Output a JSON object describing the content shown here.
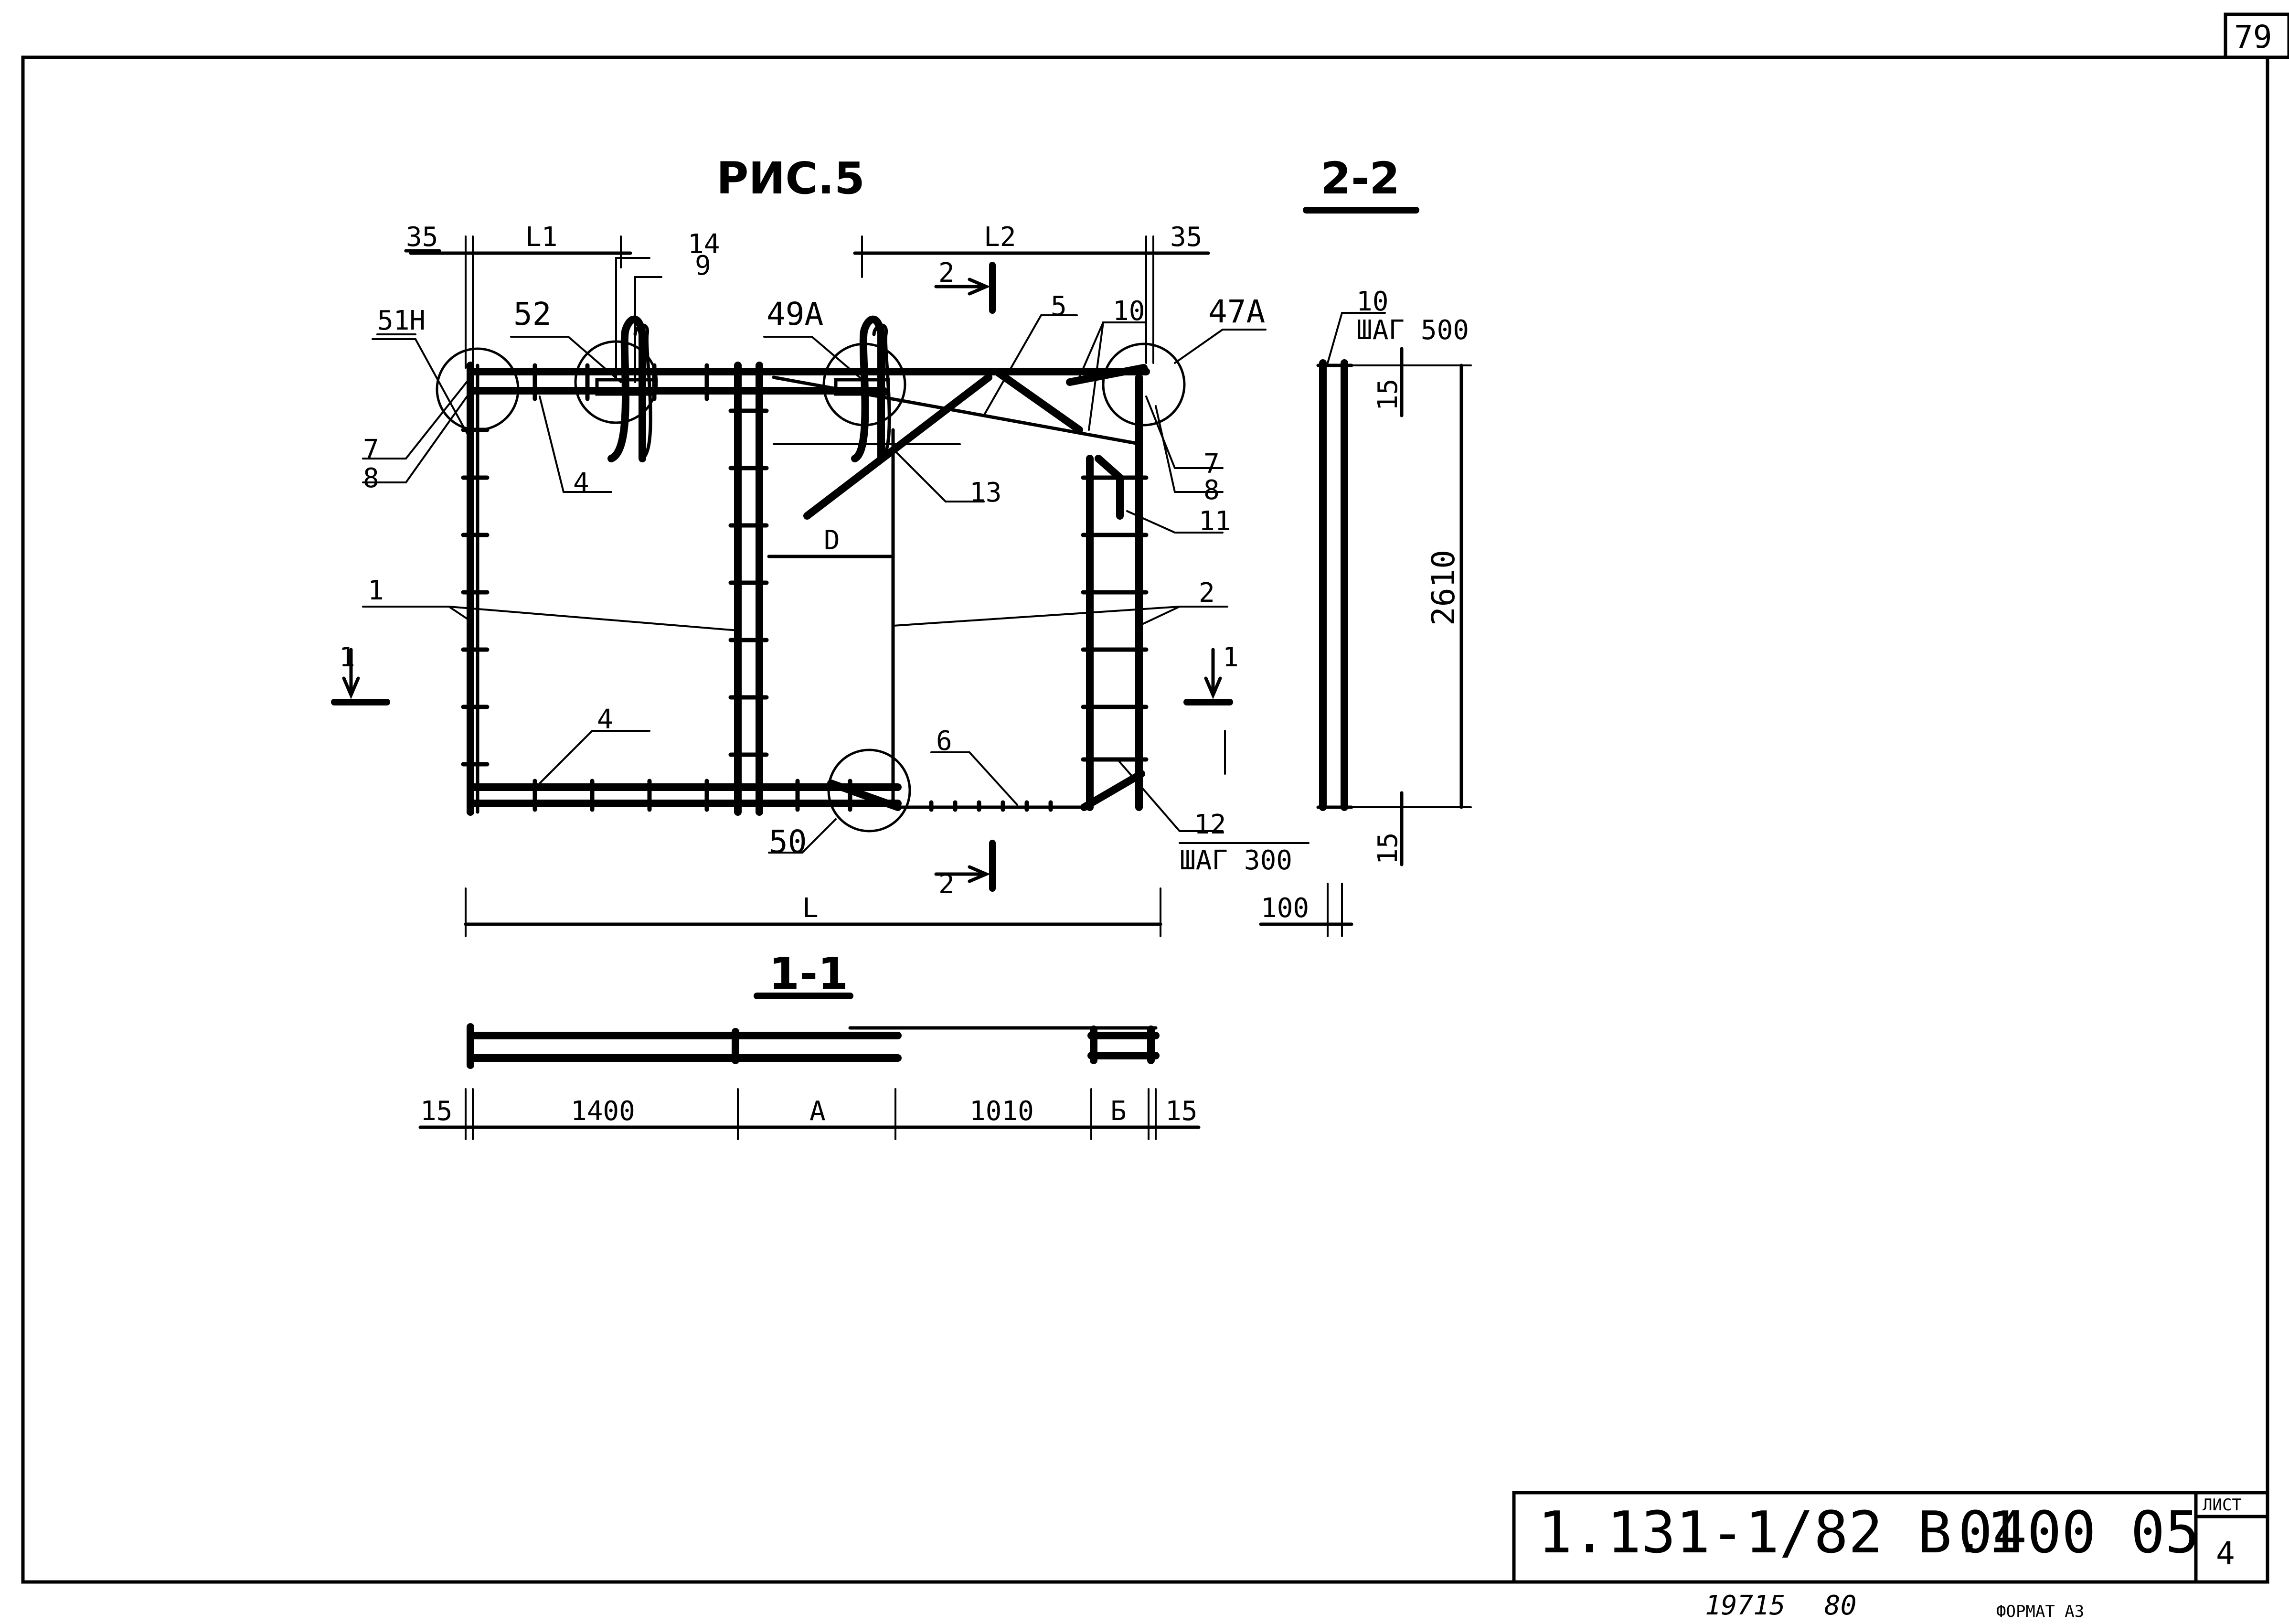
{
  "sheet_number_top": "79",
  "figure_title": "РИС.5",
  "section_2_title": "2-2",
  "section_1_title": "1-1",
  "dims_top": {
    "d35_left": "35",
    "L1": "L1",
    "L2": "L2",
    "d35_right": "35",
    "L": "L",
    "D": "D"
  },
  "markers": [
    "51Н",
    "52",
    "49А",
    "47А",
    "50",
    "14",
    "9",
    "5",
    "10",
    "7",
    "8",
    "4",
    "13",
    "11",
    "1",
    "2",
    "6",
    "12"
  ],
  "step_300": "ШАГ 300",
  "step_500": "ШАГ 500",
  "section_arrow_1": "1",
  "section_arrow_2": "2",
  "dims_section_1": {
    "d15_left": "15",
    "d1400": "1400",
    "A": "А",
    "d1010": "1010",
    "B": "Б",
    "d15_right": "15"
  },
  "dims_section_2": {
    "d10": "10",
    "d15_top": "15",
    "d2610": "2610",
    "d15_bottom": "15",
    "d100": "100"
  },
  "title_block": {
    "code": "1.131-1/82 В.1",
    "doc": "0400 05",
    "sheet_label": "ЛИСТ",
    "sheet_value": "4"
  },
  "footer": {
    "inv": "19715",
    "num": "80",
    "format": "ФОРМАТ А3"
  }
}
